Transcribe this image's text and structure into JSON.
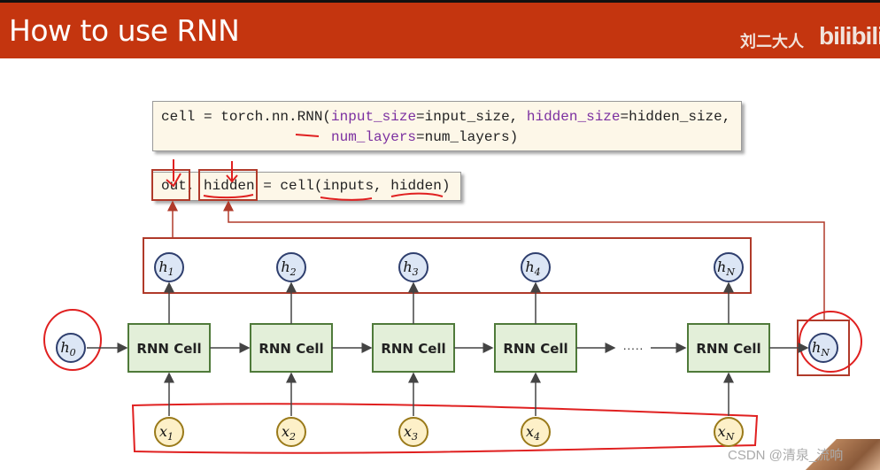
{
  "header": {
    "title": "How to use RNN",
    "author": "刘二大人",
    "logo": "bilibili",
    "bg_color": "#c4350f"
  },
  "code": {
    "line1_a": "cell = torch.nn.RNN(",
    "line1_k1": "input_size",
    "line1_b": "=input_size, ",
    "line1_k2": "hidden_size",
    "line1_c": "=hidden_size,",
    "line2_k": "num_layers",
    "line2_b": "=num_layers)",
    "call_a": "out, hidden = cell(inputs, hidden)"
  },
  "diagram": {
    "h0": "h",
    "h0_sub": "0",
    "outputs": [
      {
        "v": "h",
        "s": "1"
      },
      {
        "v": "h",
        "s": "2"
      },
      {
        "v": "h",
        "s": "3"
      },
      {
        "v": "h",
        "s": "4"
      },
      {
        "v": "h",
        "s": "N"
      }
    ],
    "cells": [
      "RNN Cell",
      "RNN Cell",
      "RNN Cell",
      "RNN Cell",
      "RNN Cell"
    ],
    "inputs": [
      {
        "v": "x",
        "s": "1"
      },
      {
        "v": "x",
        "s": "2"
      },
      {
        "v": "x",
        "s": "3"
      },
      {
        "v": "x",
        "s": "4"
      },
      {
        "v": "x",
        "s": "N"
      }
    ],
    "ellipsis": "·····",
    "hN": "h",
    "hN_sub": "N",
    "colors": {
      "cell_fill": "#e3efd9",
      "cell_border": "#4f7a3a",
      "h_fill": "#dce6f5",
      "h_border": "#2f3f6e",
      "x_fill": "#fdf0c8",
      "x_border": "#9a7a1a",
      "annotation": "#e02020"
    }
  },
  "watermark": "CSDN @清泉_流响"
}
